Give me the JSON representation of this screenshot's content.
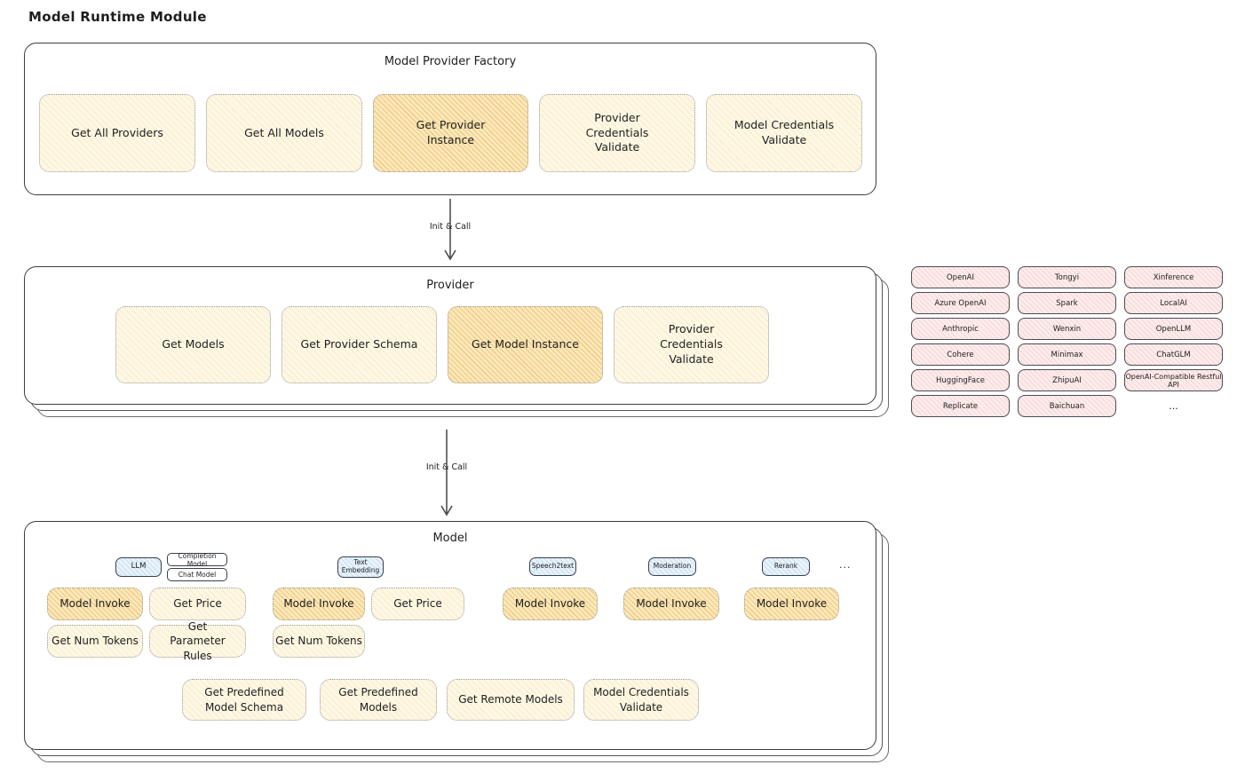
{
  "page_title": "Model Runtime Module",
  "palette": {
    "background": "#ffffff",
    "panel_border": "#3d3d3d",
    "cream_fill": "#fdf8e6",
    "highlight_fill": "#fae9bd",
    "pink_fill": "#fdecec",
    "blue_fill": "#e9f3fb",
    "text": "#1e1e1e"
  },
  "factory": {
    "title": "Model Provider Factory",
    "boxes": [
      {
        "label": "Get All Providers",
        "highlight": false
      },
      {
        "label": "Get All Models",
        "highlight": false
      },
      {
        "label": "Get Provider Instance",
        "highlight": true
      },
      {
        "label": "Provider Credentials Validate",
        "highlight": false
      },
      {
        "label": "Model Credentials Validate",
        "highlight": false
      }
    ]
  },
  "arrows": [
    {
      "label": "Init & Call"
    },
    {
      "label": "Init & Call"
    }
  ],
  "provider": {
    "title": "Provider",
    "boxes": [
      {
        "label": "Get Models",
        "highlight": false
      },
      {
        "label": "Get Provider Schema",
        "highlight": false
      },
      {
        "label": "Get Model Instance",
        "highlight": true
      },
      {
        "label": "Provider Credentials Validate",
        "highlight": false
      }
    ]
  },
  "provider_grid": {
    "items": [
      "OpenAI",
      "Tongyi",
      "Xinference",
      "Azure OpenAI",
      "Spark",
      "LocalAI",
      "Anthropic",
      "Wenxin",
      "OpenLLM",
      "Cohere",
      "Minimax",
      "ChatGLM",
      "HuggingFace",
      "ZhipuAI",
      "OpenAI-Compatible Restful API",
      "Replicate",
      "Baichuan"
    ],
    "more": "..."
  },
  "model": {
    "title": "Model",
    "tags": [
      {
        "label": "LLM",
        "style": "blue"
      },
      {
        "label": "Completion Model",
        "style": "white"
      },
      {
        "label": "Chat Model",
        "style": "white"
      },
      {
        "label": "Text Embedding",
        "style": "blue"
      },
      {
        "label": "Speech2text",
        "style": "blue"
      },
      {
        "label": "Moderation",
        "style": "blue"
      },
      {
        "label": "Rerank",
        "style": "blue"
      }
    ],
    "tags_more": "...",
    "functions": [
      {
        "label": "Model Invoke",
        "highlight": true
      },
      {
        "label": "Get Price",
        "highlight": false
      },
      {
        "label": "Get Num Tokens",
        "highlight": false
      },
      {
        "label": "Get Parameter Rules",
        "highlight": false
      },
      {
        "label": "Model Invoke",
        "highlight": true
      },
      {
        "label": "Get Price",
        "highlight": false
      },
      {
        "label": "Get Num Tokens",
        "highlight": false
      },
      {
        "label": "Model Invoke",
        "highlight": true
      },
      {
        "label": "Model Invoke",
        "highlight": true
      },
      {
        "label": "Model Invoke",
        "highlight": true
      }
    ],
    "bottom_functions": [
      {
        "label": "Get Predefined Model Schema",
        "highlight": false
      },
      {
        "label": "Get Predefined Models",
        "highlight": false
      },
      {
        "label": "Get Remote Models",
        "highlight": false
      },
      {
        "label": "Model Credentials Validate",
        "highlight": false
      }
    ]
  }
}
